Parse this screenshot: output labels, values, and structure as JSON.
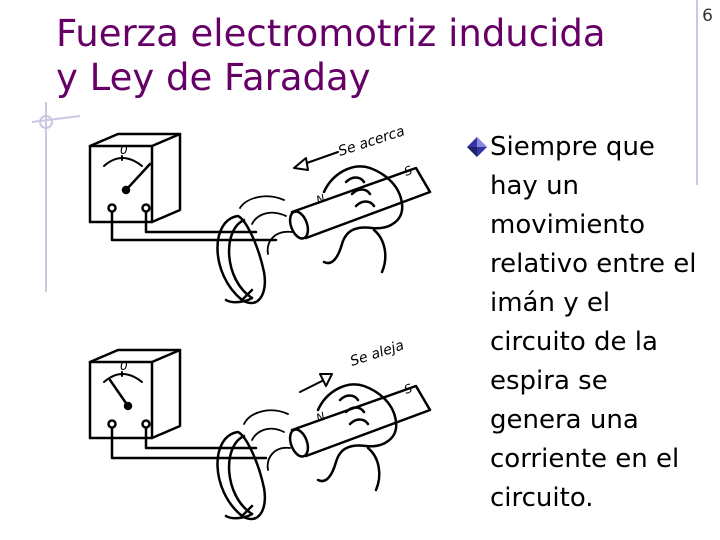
{
  "slide": {
    "title_lines": [
      "Fuerza electromotriz inducida",
      "y Ley de Faraday"
    ],
    "page_number": "6",
    "bullet_lines": [
      "Siempre que",
      "hay un",
      "movimiento",
      "relativo entre el",
      "imán y el",
      "circuito de la",
      "espira se",
      "genera una",
      "corriente en el",
      "circuito."
    ],
    "bullet_icon": "diamond-bullet-icon"
  },
  "figure": {
    "top_caption": "Se acerca",
    "bottom_caption": "Se aleja",
    "gauge_zero": "0",
    "pole_north": "N",
    "pole_south": "S"
  },
  "colors": {
    "title": "#660066",
    "accent": "#3333aa",
    "deco_lines": "#9999cc"
  }
}
